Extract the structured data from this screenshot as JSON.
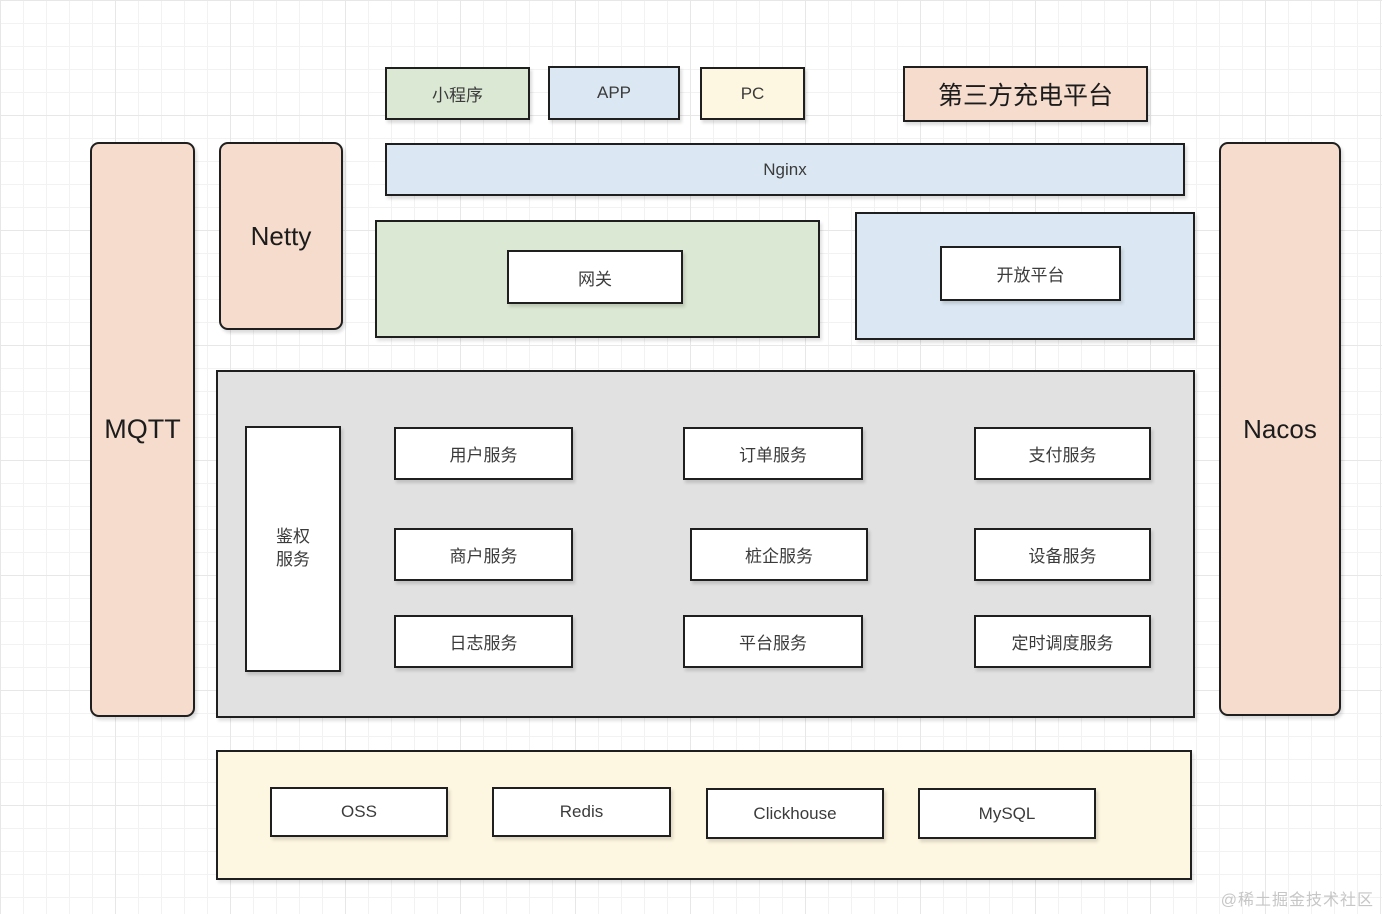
{
  "diagram_title": "charging-platform-architecture",
  "colors": {
    "green": "#dbe8d3",
    "blue": "#dbe8f3",
    "cream": "#fdf6e0",
    "salmon": "#f6dccd",
    "gray": "#e1e1e1",
    "border": "#1f1f1f",
    "white": "#ffffff"
  },
  "clients": [
    {
      "label": "小程序"
    },
    {
      "label": "APP"
    },
    {
      "label": "PC"
    },
    {
      "label": "第三方充电平台"
    }
  ],
  "middleware": {
    "netty": "Netty",
    "mqtt": "MQTT",
    "nacos": "Nacos",
    "nginx": "Nginx"
  },
  "gateway": {
    "label": "网关"
  },
  "open_platform": {
    "label": "开放平台"
  },
  "services": {
    "auth_line1": "鉴权",
    "auth_line2": "服务",
    "grid": [
      [
        "用户服务",
        "订单服务",
        "支付服务"
      ],
      [
        "商户服务",
        "桩企服务",
        "设备服务"
      ],
      [
        "日志服务",
        "平台服务",
        "定时调度服务"
      ]
    ]
  },
  "storage": [
    "OSS",
    "Redis",
    "Clickhouse",
    "MySQL"
  ],
  "watermark": "@稀土掘金技术社区"
}
